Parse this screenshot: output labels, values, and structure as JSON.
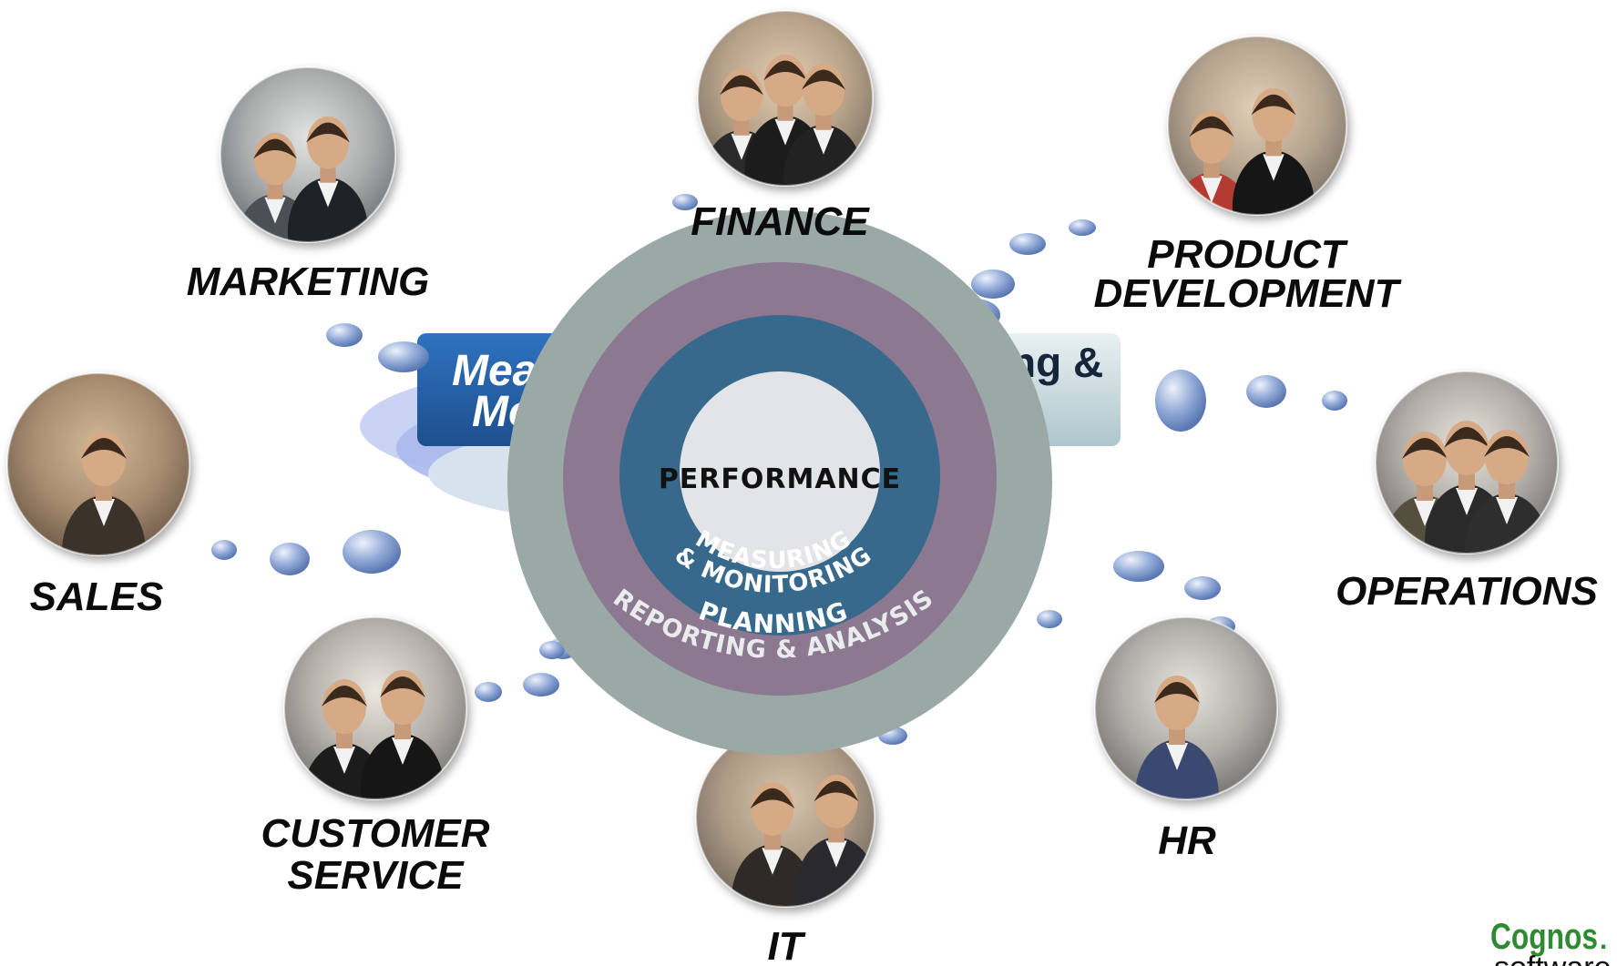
{
  "departments": {
    "finance": "FINANCE",
    "marketing": "MARKETING",
    "product_development": [
      "PRODUCT",
      "DEVELOPMENT"
    ],
    "sales": "SALES",
    "operations": "OPERATIONS",
    "customer_service": [
      "CUSTOMER",
      "SERVICE"
    ],
    "hr": "HR",
    "it": "IT"
  },
  "banner": {
    "left_lines": [
      "Measuring &",
      "Monitoring"
    ],
    "right_line": "Reporting &"
  },
  "wheel": {
    "center": "PERFORMANCE",
    "inner_ring": [
      "MEASURING",
      "& MONITORING"
    ],
    "middle_ring": "PLANNING",
    "outer_ring": "REPORTING & ANALYSIS"
  },
  "logo": {
    "brand": "Cognos",
    "suffix": ".",
    "sub": "software"
  },
  "colors": {
    "outer_ring": "#9aa8a6",
    "middle_ring": "#8c7890",
    "inner_ring": "#36698b",
    "center": "#e3e4e8",
    "banner_blue": "#2a68b0",
    "bubble": "#7f9ccf",
    "logo_green": "#2f8a32"
  },
  "icons": {
    "portraits": "person-photo-icon",
    "bubbles": "connector-bubble-icon"
  }
}
